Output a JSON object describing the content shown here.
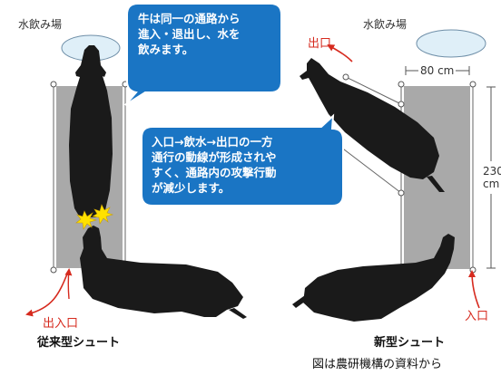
{
  "labels": {
    "water_left": "水飲み場",
    "water_right": "水飲み場",
    "exit": "出口",
    "entrance": "入口",
    "entry_exit": "出入口",
    "width": "80 cm",
    "length_line1": "230",
    "length_line2": "cm",
    "conventional": "従来型シュート",
    "new_type": "新型シュート",
    "source": "図は農研機構の資料から"
  },
  "callouts": {
    "top": [
      "牛は同一の通路から",
      "進入・退出し、水を",
      "飲みます。"
    ],
    "middle": [
      "入口→飲水→出口の一方",
      "通行の動線が形成されや",
      "すく、通路内の攻撃行動",
      "が減少します。"
    ]
  },
  "colors": {
    "callout": "#1a75c4",
    "callout_border": "#ffffff",
    "chute": "#a9a9a9",
    "cow": "#1a1a1a",
    "arrow": "#d62a1e",
    "water": "#dfeff8",
    "impact": "#ffe100"
  }
}
